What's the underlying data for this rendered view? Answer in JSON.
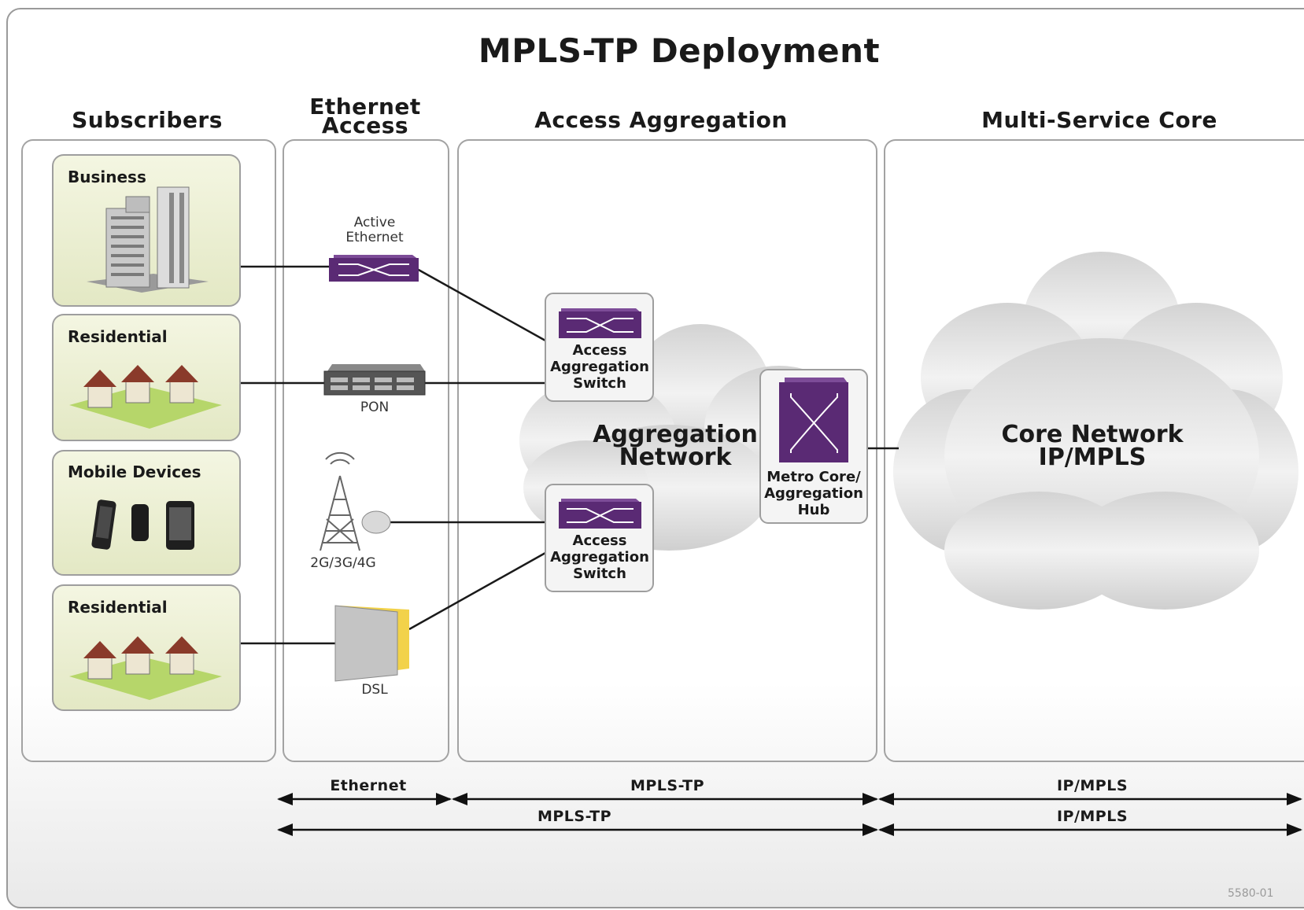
{
  "title": "MPLS-TP Deployment",
  "columns": {
    "subscribers": "Subscribers",
    "ethernet_access_line1": "Ethernet",
    "ethernet_access_line2": "Access",
    "access_aggregation": "Access Aggregation",
    "multi_service_core": "Multi-Service Core"
  },
  "subscribers": [
    {
      "label": "Business"
    },
    {
      "label": "Residential"
    },
    {
      "label": "Mobile Devices"
    },
    {
      "label": "Residential"
    }
  ],
  "access_devices": {
    "active_ethernet_line1": "Active",
    "active_ethernet_line2": "Ethernet",
    "pon": "PON",
    "wireless": "2G/3G/4G",
    "dsl": "DSL"
  },
  "aggregation": {
    "switch_top": [
      "Access",
      "Aggregation",
      "Switch"
    ],
    "switch_bottom": [
      "Access",
      "Aggregation",
      "Switch"
    ],
    "network": [
      "Aggregation",
      "Network"
    ],
    "hub": [
      "Metro Core/",
      "Aggregation",
      "Hub"
    ]
  },
  "core": {
    "network": [
      "Core Network",
      "IP/MPLS"
    ]
  },
  "protocols": {
    "row1_ethernet": "Ethernet",
    "row1_aggregation": "MPLS-TP",
    "row1_core": "IP/MPLS",
    "row2_aggregation": "MPLS-TP",
    "row2_core": "IP/MPLS"
  },
  "reference": "5580-01",
  "colors": {
    "switch_purple": "#5a2a74",
    "subscriber_fill": "#eef1d5",
    "panel_border": "#9e9e9e",
    "cloud": "#e3e3e3",
    "dsl_yellow": "#f2d24a"
  }
}
